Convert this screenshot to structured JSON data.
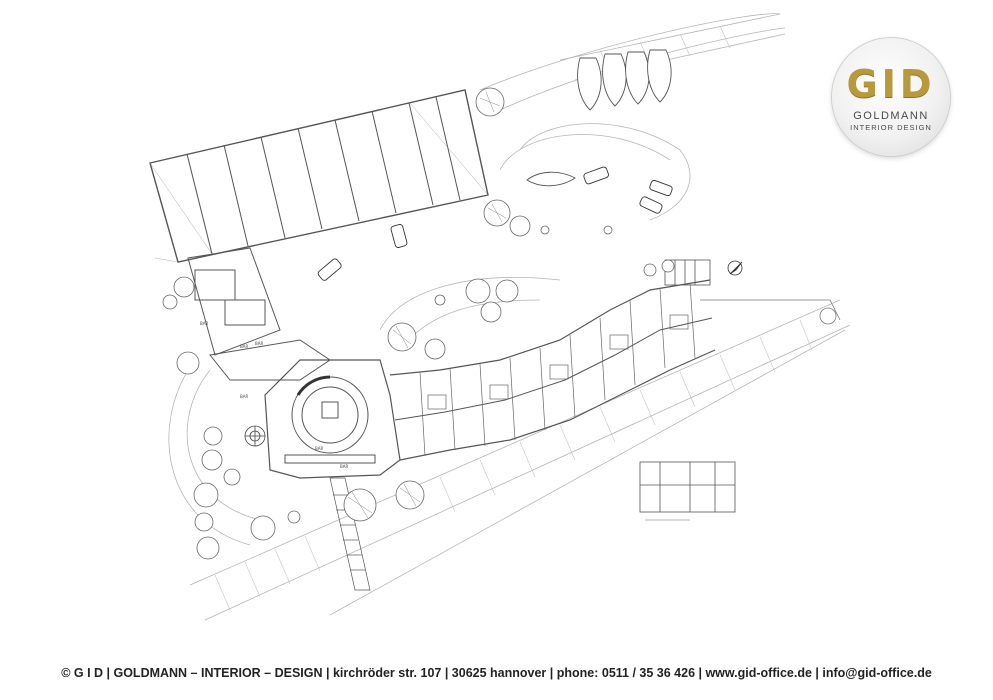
{
  "logo": {
    "mark": "GID",
    "line1": "GOLDMANN",
    "line2": "INTERIOR DESIGN",
    "gold": "#b89a3c"
  },
  "plan": {
    "labels": [
      "BAR",
      "BAR",
      "BAR",
      "BAR",
      "BAR",
      "BAR"
    ],
    "colors": {
      "line": "#555555",
      "light": "#b5b5b5",
      "tree": "#666666"
    }
  },
  "footer": {
    "text": "© G I D | GOLDMANN – INTERIOR – DESIGN | kirchröder str. 107 | 30625 hannover | phone: 0511 / 35 36 426 | www.gid-office.de | info@gid-office.de"
  }
}
